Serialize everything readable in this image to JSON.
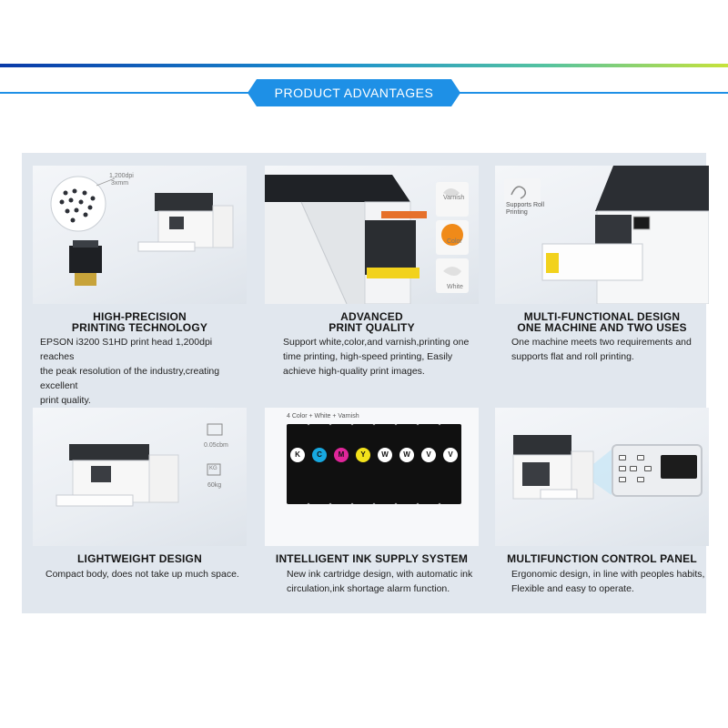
{
  "header": {
    "badge_text": "PRODUCT ADVANTAGES"
  },
  "colors": {
    "accent_blue": "#1e90e6",
    "panel_bg": "#e1e7ee"
  },
  "cards": [
    {
      "title_line1": "HIGH-PRECISION",
      "title_line2": "PRINTING TECHNOLOGY",
      "desc_lines": [
        "EPSON i3200 S1HD print head 1,200dpi reaches",
        "the peak resolution of the industry,creating excellent",
        "print quality."
      ],
      "img_labels": [
        "1,200dpi",
        "3xmm"
      ]
    },
    {
      "title_line1": "ADVANCED",
      "title_line2": "PRINT QUALITY",
      "desc_lines": [
        "Support white,color,and varnish,printing one",
        "time printing, high-speed printing, Easily",
        "achieve high-quality print images."
      ],
      "img_labels": [
        "Varnish",
        "Color",
        "White"
      ]
    },
    {
      "title_line1": "MULTI-FUNCTIONAL DESIGN",
      "title_line2": "ONE MACHINE AND TWO USES",
      "desc_lines": [
        "One machine meets two requirements and",
        "supports flat and roll printing."
      ],
      "img_labels": [
        "Supports Roll",
        "Printing"
      ]
    },
    {
      "title_line1": "LIGHTWEIGHT DESIGN",
      "desc_lines": [
        "Compact body, does not take up much space."
      ],
      "img_labels": [
        "0.05cbm",
        "KG",
        "60kg"
      ]
    },
    {
      "title_line1": "INTELLIGENT INK SUPPLY SYSTEM",
      "desc_lines": [
        "New ink cartridge design, with automatic ink",
        "circulation,ink shortage alarm function."
      ],
      "img_labels": [
        "4 Color + White + Varnish"
      ],
      "inks": [
        {
          "letter": "K",
          "color": "#ffffff"
        },
        {
          "letter": "C",
          "color": "#17a8e0"
        },
        {
          "letter": "M",
          "color": "#e0269a"
        },
        {
          "letter": "Y",
          "color": "#f3e21b"
        },
        {
          "letter": "W",
          "color": "#ffffff"
        },
        {
          "letter": "W",
          "color": "#ffffff"
        },
        {
          "letter": "V",
          "color": "#ffffff"
        },
        {
          "letter": "V",
          "color": "#ffffff"
        }
      ]
    },
    {
      "title_line1": "MULTIFUNCTION CONTROL PANEL",
      "desc_lines": [
        "Ergonomic design, in line with peoples habits,",
        "Flexible and easy to operate."
      ]
    }
  ]
}
